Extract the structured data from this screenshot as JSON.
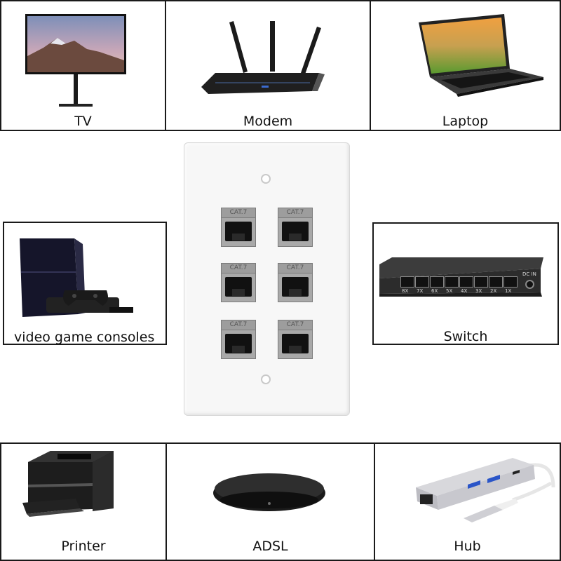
{
  "devices": {
    "tv": {
      "label": "TV",
      "icon": "tv-icon"
    },
    "modem": {
      "label": "Modem",
      "icon": "router-icon"
    },
    "laptop": {
      "label": "Laptop",
      "icon": "laptop-icon"
    },
    "consoles": {
      "label": "video game consoles",
      "icon": "game-console-icon"
    },
    "switch": {
      "label": "Switch",
      "icon": "network-switch-icon"
    },
    "printer": {
      "label": "Printer",
      "icon": "printer-icon"
    },
    "adsl": {
      "label": "ADSL",
      "icon": "adsl-box-icon"
    },
    "hub": {
      "label": "Hub",
      "icon": "usb-hub-icon"
    }
  },
  "wall_plate": {
    "port_label": "CAT.7",
    "port_count": 6
  },
  "switch_port_labels": [
    "8X",
    "7X",
    "6X",
    "5X",
    "4X",
    "3X",
    "2X",
    "1X"
  ],
  "switch_dc_label": "DC IN",
  "colors": {
    "border": "#1a1a1a",
    "plate": "#f7f7f7",
    "port_housing": "#a9a9a9"
  }
}
